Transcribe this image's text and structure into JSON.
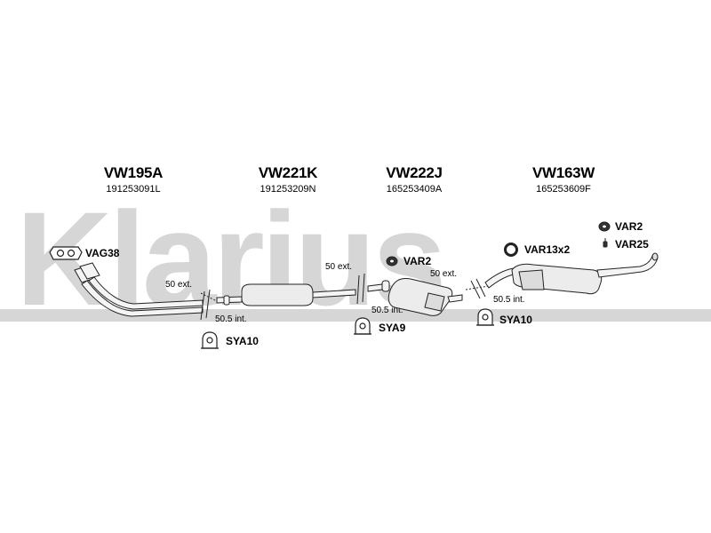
{
  "watermark": "Klarius",
  "sections": [
    {
      "code": "VW195A",
      "part": "191253091L"
    },
    {
      "code": "VW221K",
      "part": "191253209N"
    },
    {
      "code": "VW222J",
      "part": "165253409A"
    },
    {
      "code": "VW163W",
      "part": "165253609F"
    }
  ],
  "fittings": {
    "vag38": "VAG38",
    "sya10_a": "SYA10",
    "sya9": "SYA9",
    "sya10_b": "SYA10",
    "var2_a": "VAR2",
    "var13x2": "VAR13x2",
    "var2_b": "VAR2",
    "var25": "VAR25"
  },
  "dims": {
    "ext1": "50 ext.",
    "int1": "50.5 int.",
    "ext2": "50 ext.",
    "int2": "50.5 int.",
    "ext3": "50 ext.",
    "int3": "50.5 int."
  }
}
